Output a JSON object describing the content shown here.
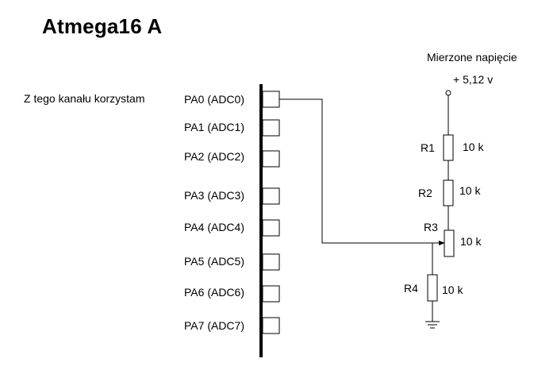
{
  "title": "Atmega16 A",
  "note": "Z tego kanału korzystam",
  "source": {
    "label": "Mierzone napięcie",
    "voltage": "+ 5,12 v"
  },
  "pins": [
    {
      "label": "PA0 (ADC0)"
    },
    {
      "label": "PA1 (ADC1)"
    },
    {
      "label": "PA2 (ADC2)"
    },
    {
      "label": "PA3 (ADC3)"
    },
    {
      "label": "PA4 (ADC4)"
    },
    {
      "label": "PA5 (ADC5)"
    },
    {
      "label": "PA6 (ADC6)"
    },
    {
      "label": "PA7 (ADC7)"
    }
  ],
  "resistors": [
    {
      "name": "R1",
      "value": "10 k"
    },
    {
      "name": "R2",
      "value": "10 k"
    },
    {
      "name": "R3",
      "value": "10 k"
    },
    {
      "name": "R4",
      "value": "10 k"
    }
  ],
  "colors": {
    "line": "#000000",
    "background": "#ffffff"
  }
}
